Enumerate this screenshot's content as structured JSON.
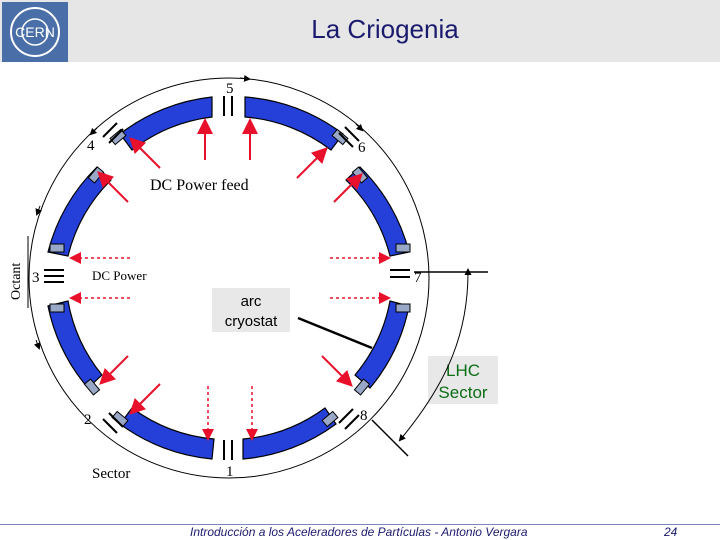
{
  "slide": {
    "title": "La Criogenia",
    "footer": "Introducción a los Aceleradores de Partículas - Antonio Vergara",
    "page_number": "24"
  },
  "logo": {
    "icon": "cern-logo-icon",
    "text": "CERN"
  },
  "diagram": {
    "octant_label": "Octant",
    "sector_label": "Sector",
    "dc_power_feed": "DC Power feed",
    "dc_power": "DC Power",
    "arc_cryostat_line1": "arc",
    "arc_cryostat_line2": "cryostat",
    "lhc_sector_line1": "LHC",
    "lhc_sector_line2": "Sector",
    "points": [
      "1",
      "2",
      "3",
      "4",
      "5",
      "6",
      "7",
      "8"
    ],
    "colors": {
      "arc": "#2440d8",
      "arrow": "#e8102a",
      "title": "#1a1a6e",
      "label_box": "#e8e8e8",
      "lhc_text": "#0a6e14"
    }
  }
}
